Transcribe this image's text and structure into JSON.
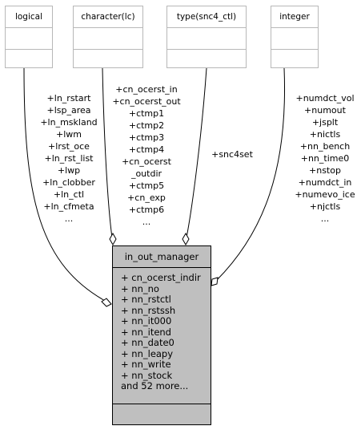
{
  "types": [
    {
      "name": "logical"
    },
    {
      "name": "character(lc)"
    },
    {
      "name": "type(snc4_ctl)"
    },
    {
      "name": "integer"
    }
  ],
  "edge_labels": {
    "logical": [
      "+ln_rstart",
      "+lsp_area",
      "+ln_mskland",
      "+lwm",
      "+lrst_oce",
      "+ln_rst_list",
      "+lwp",
      "+ln_clobber",
      "+ln_ctl",
      "+ln_cfmeta",
      "..."
    ],
    "character": [
      "+cn_ocerst_in",
      "+cn_ocerst_out",
      "+ctmp1",
      "+ctmp2",
      "+ctmp3",
      "+ctmp4",
      "+cn_ocerst",
      "_outdir",
      "+ctmp5",
      "+cn_exp",
      "+ctmp6",
      "..."
    ],
    "snc4": [
      "+snc4set"
    ],
    "integer": [
      "+numdct_vol",
      "+numout",
      "+jsplt",
      "+nictls",
      "+nn_bench",
      "+nn_time0",
      "+nstop",
      "+numdct_in",
      "+numevo_ice",
      "+njctls",
      "..."
    ]
  },
  "main": {
    "title": "in_out_manager",
    "attributes": [
      "+ cn_ocerst_indir",
      "+ nn_no",
      "+ nn_rstctl",
      "+ nn_rstssh",
      "+ nn_it000",
      "+ nn_itend",
      "+ nn_date0",
      "+ nn_leapy",
      "+ nn_write",
      "+ nn_stock",
      "and 52 more..."
    ]
  }
}
